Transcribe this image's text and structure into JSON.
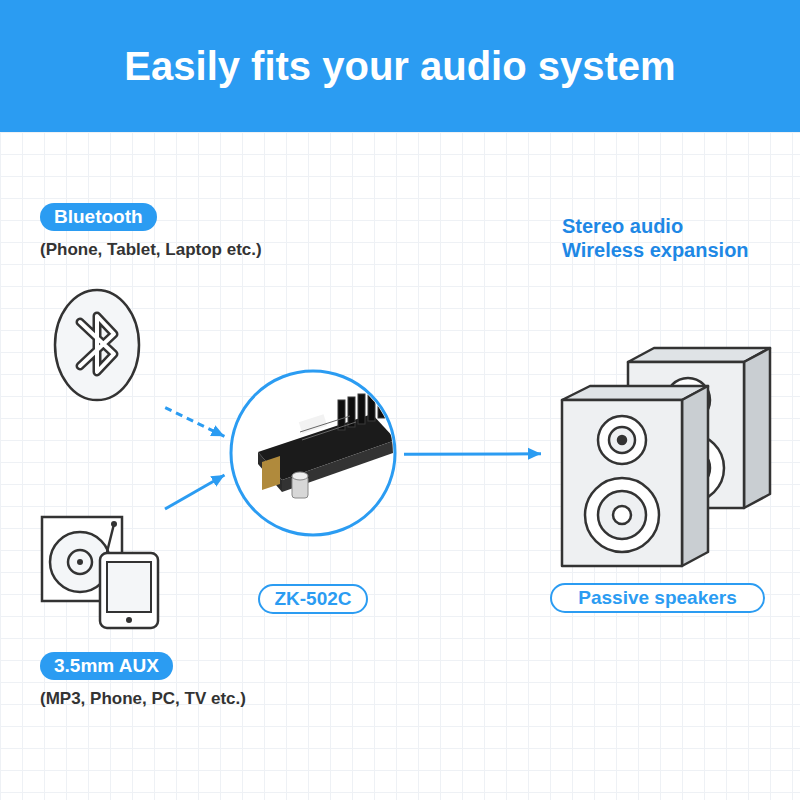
{
  "diagram": {
    "title": "Easily fits your audio system",
    "nodes": [
      {
        "text": [
          "Bluetooth",
          "(Phone, Tablet, Laptop etc.)"
        ]
      },
      {
        "text": [
          "ZK-502C"
        ]
      },
      {
        "text": [
          "Passive speakers"
        ]
      },
      {
        "text": [
          "3.5mm AUX",
          "(MP3, Phone, PC, TV etc.)"
        ]
      }
    ],
    "edges": [
      {
        "from": 0,
        "to": 1,
        "arrow": "to"
      },
      {
        "from": 3,
        "to": 1,
        "arrow": "to"
      },
      {
        "from": 1,
        "to": 2,
        "arrow": "to"
      }
    ],
    "labels": [
      "Stereo audio",
      "Wireless expansion"
    ]
  }
}
